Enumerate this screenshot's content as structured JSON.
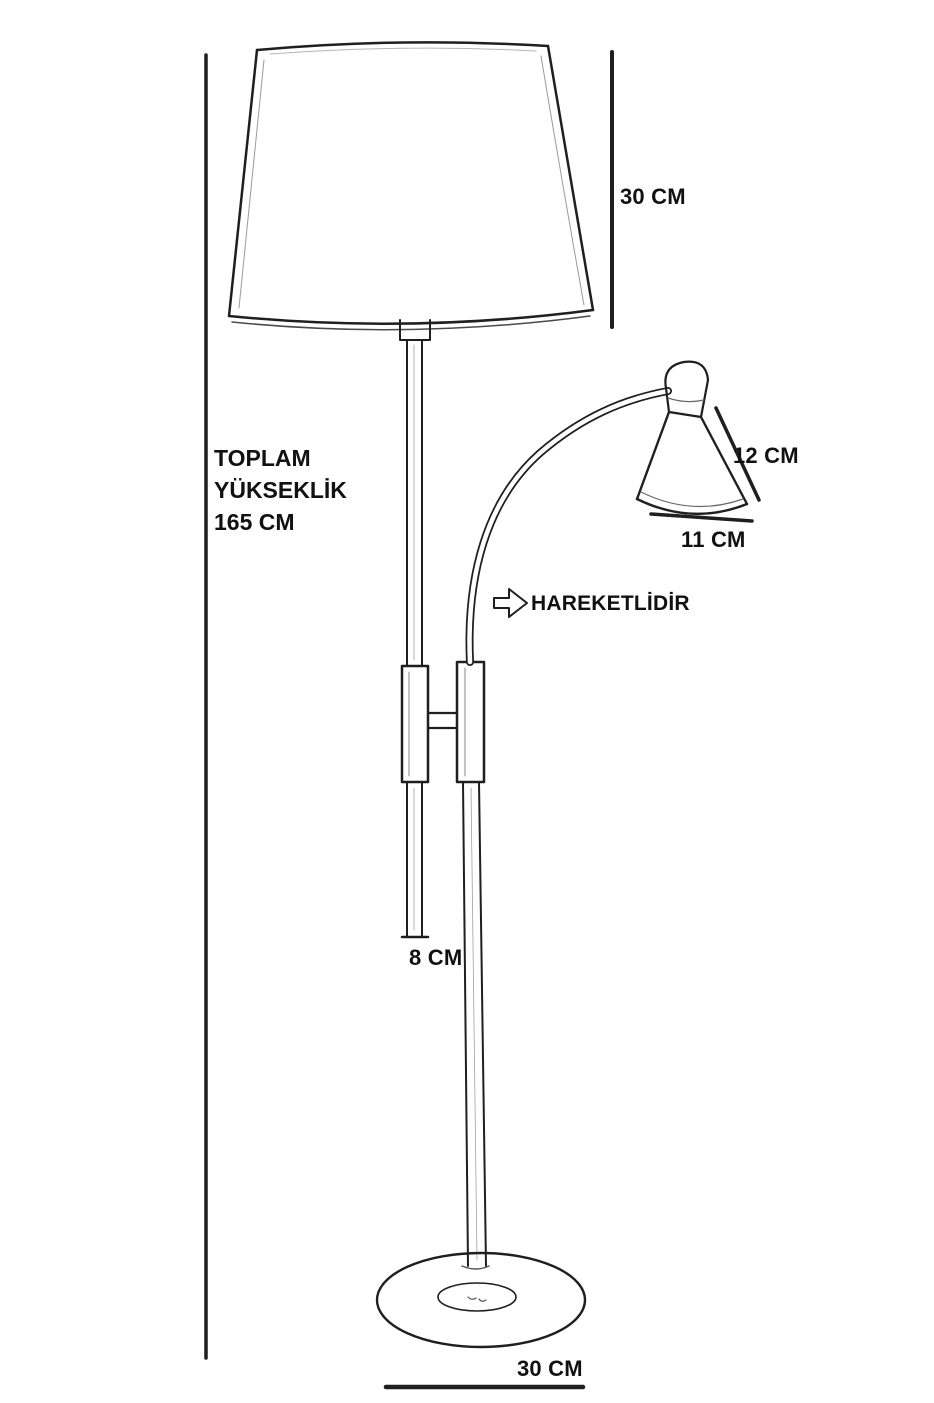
{
  "labels": {
    "total_height": [
      "TOPLAM",
      "YÜKSEKLİK",
      "165 CM"
    ],
    "shade_height": "30 CM",
    "head_height": "12 CM",
    "head_width": "11 CM",
    "movable": "HAREKETLİDİR",
    "pole_offset": "8 CM",
    "base_width": "30 CM"
  },
  "colors": {
    "ink": "#1f1f1f",
    "background": "#ffffff"
  }
}
